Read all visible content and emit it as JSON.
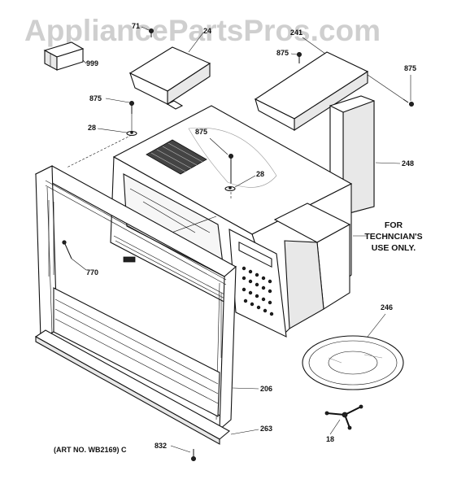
{
  "watermark": "AppliancePartsPros.com",
  "parts": {
    "p999": "999",
    "p71": "71",
    "p24a": "24",
    "p241": "241",
    "p875a": "875",
    "p875b": "875",
    "p875c": "875",
    "p875d": "875",
    "p28a": "28",
    "p28b": "28",
    "p248": "248",
    "p770": "770",
    "p206": "206",
    "p246": "246",
    "p18": "18",
    "p263": "263",
    "p832": "832"
  },
  "notes": {
    "technician_line1": "FOR",
    "technician_line2": "TECHNCIAN'S",
    "technician_line3": "USE ONLY.",
    "art_no": "(ART NO. WB2169) C"
  }
}
